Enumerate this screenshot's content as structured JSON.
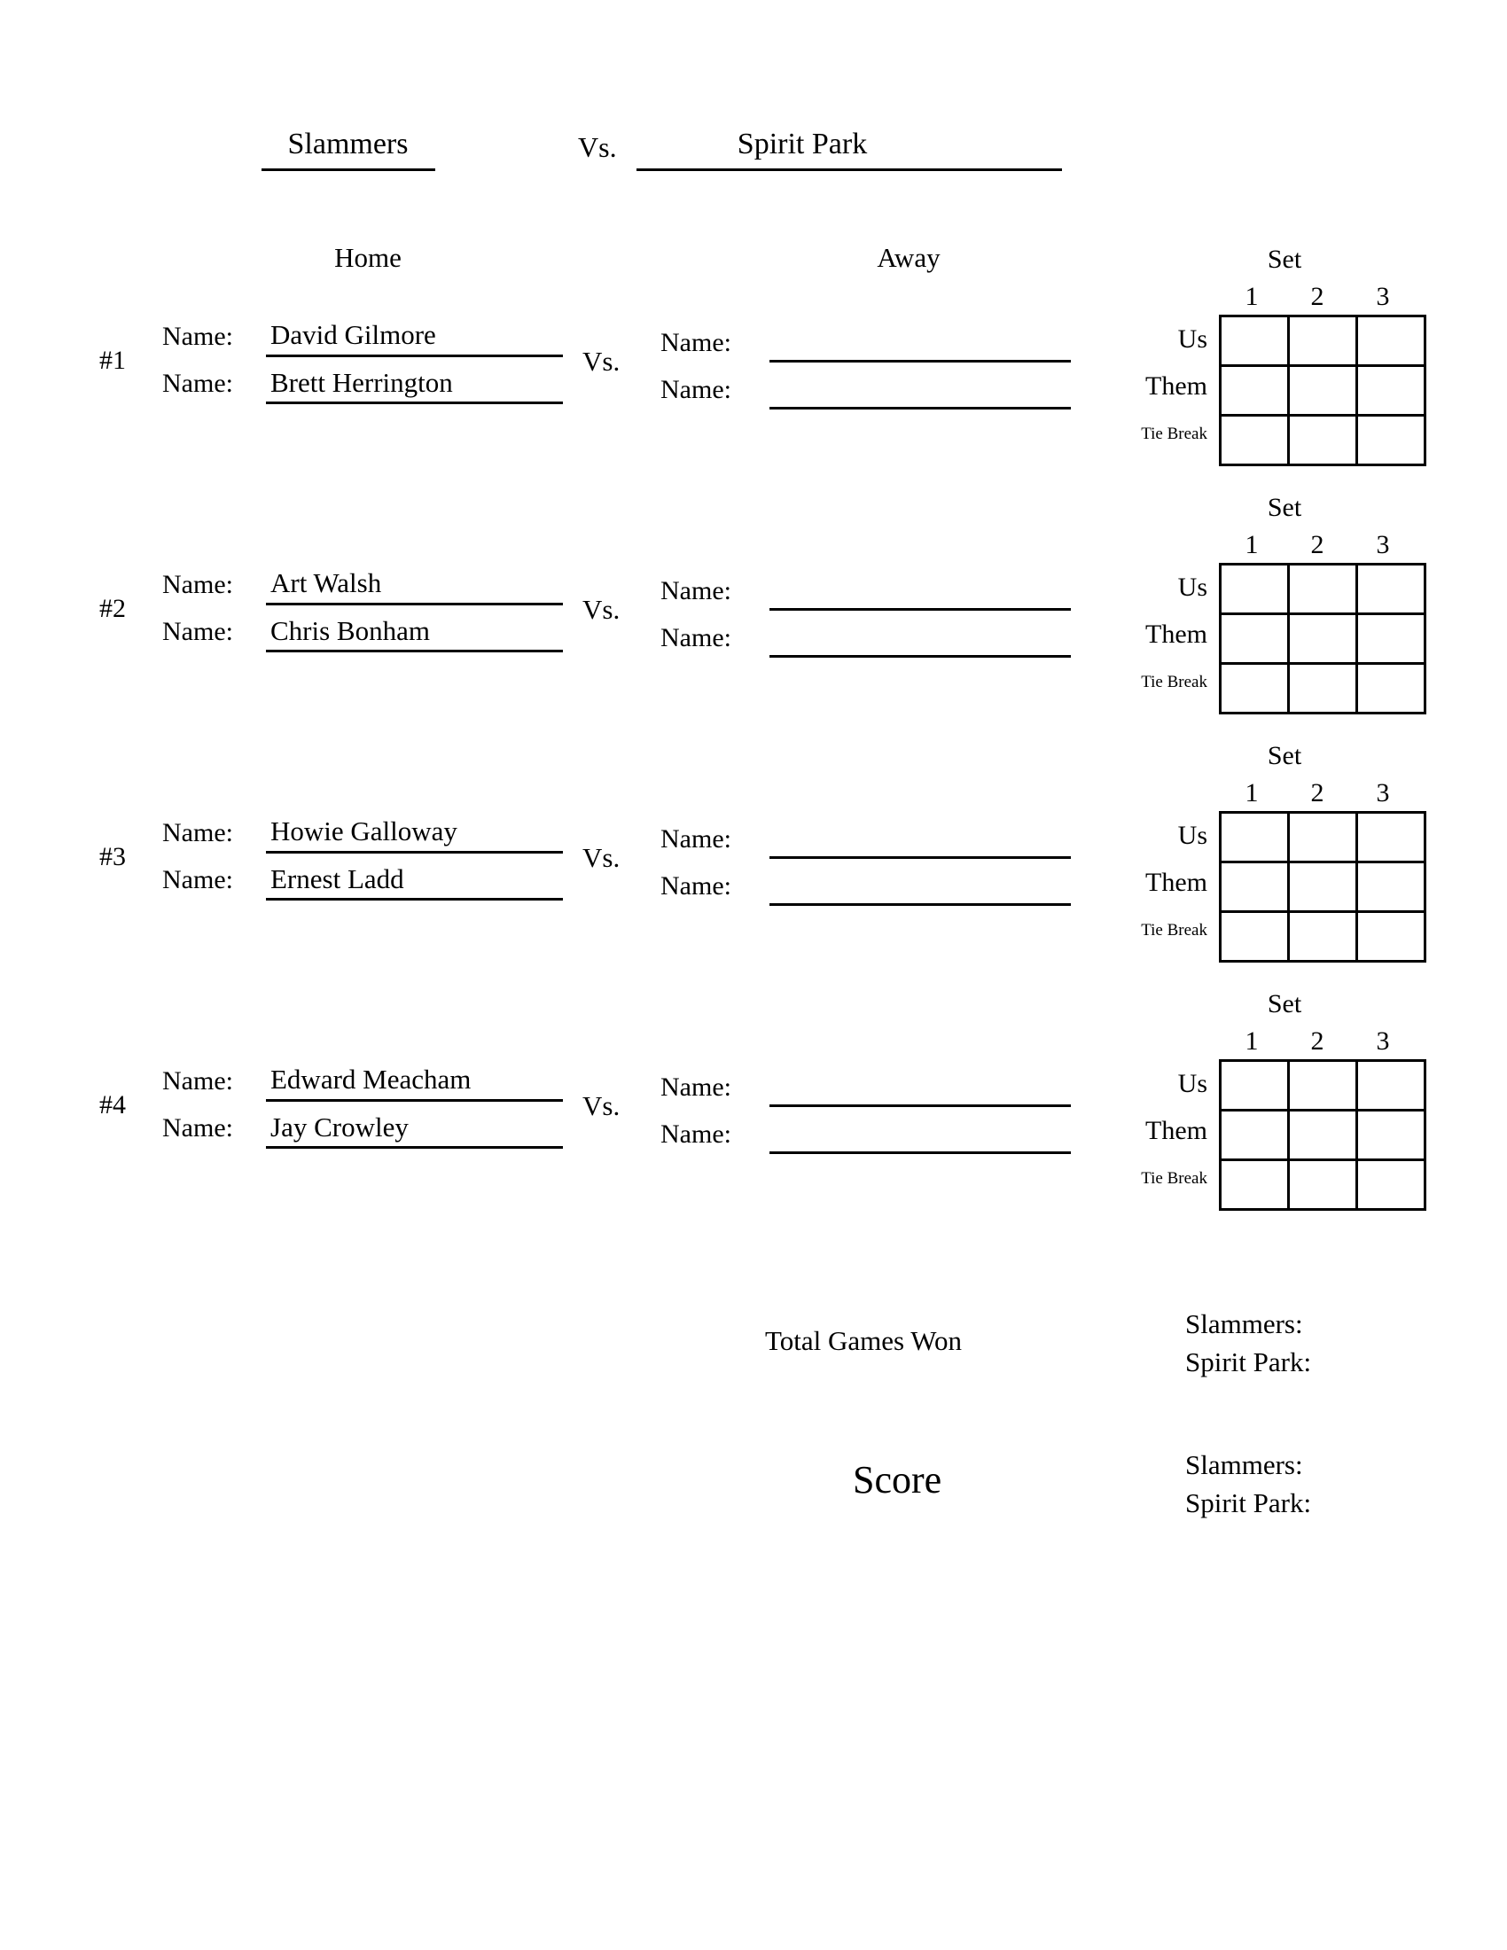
{
  "header": {
    "home_team": "Slammers",
    "versus": "Vs.",
    "away_team": "Spirit Park"
  },
  "columns": {
    "home_caption": "Home",
    "away_caption": "Away"
  },
  "labels": {
    "name_label": "Name:",
    "versus": "Vs.",
    "set_title": "Set",
    "set_numbers": [
      "1",
      "2",
      "3"
    ],
    "row_us": "Us",
    "row_them": "Them",
    "row_tie_break": "Tie Break"
  },
  "matches": [
    {
      "index": "#1",
      "home_player_1": "David Gilmore",
      "home_player_2": "Brett Herrington",
      "away_player_1": "",
      "away_player_2": "",
      "scores": {
        "us": [
          "",
          "",
          ""
        ],
        "them": [
          "",
          "",
          ""
        ],
        "tie_break": [
          "",
          "",
          ""
        ]
      }
    },
    {
      "index": "#2",
      "home_player_1": "Art Walsh",
      "home_player_2": "Chris Bonham",
      "away_player_1": "",
      "away_player_2": "",
      "scores": {
        "us": [
          "",
          "",
          ""
        ],
        "them": [
          "",
          "",
          ""
        ],
        "tie_break": [
          "",
          "",
          ""
        ]
      }
    },
    {
      "index": "#3",
      "home_player_1": "Howie Galloway",
      "home_player_2": "Ernest Ladd",
      "away_player_1": "",
      "away_player_2": "",
      "scores": {
        "us": [
          "",
          "",
          ""
        ],
        "them": [
          "",
          "",
          ""
        ],
        "tie_break": [
          "",
          "",
          ""
        ]
      }
    },
    {
      "index": "#4",
      "home_player_1": "Edward Meacham",
      "home_player_2": "Jay Crowley",
      "away_player_1": "",
      "away_player_2": "",
      "scores": {
        "us": [
          "",
          "",
          ""
        ],
        "them": [
          "",
          "",
          ""
        ],
        "tie_break": [
          "",
          "",
          ""
        ]
      }
    }
  ],
  "footer": {
    "total_games_won_caption": "Total Games Won",
    "total_home_team": "Slammers:",
    "total_away_team": "Spirit Park:",
    "total_home_value": "",
    "total_away_value": "",
    "score_caption": "Score",
    "score_home_team": "Slammers:",
    "score_away_team": "Spirit Park:",
    "score_home_value": "",
    "score_away_value": ""
  },
  "colors": {
    "ink": "#000000",
    "paper": "#ffffff"
  }
}
